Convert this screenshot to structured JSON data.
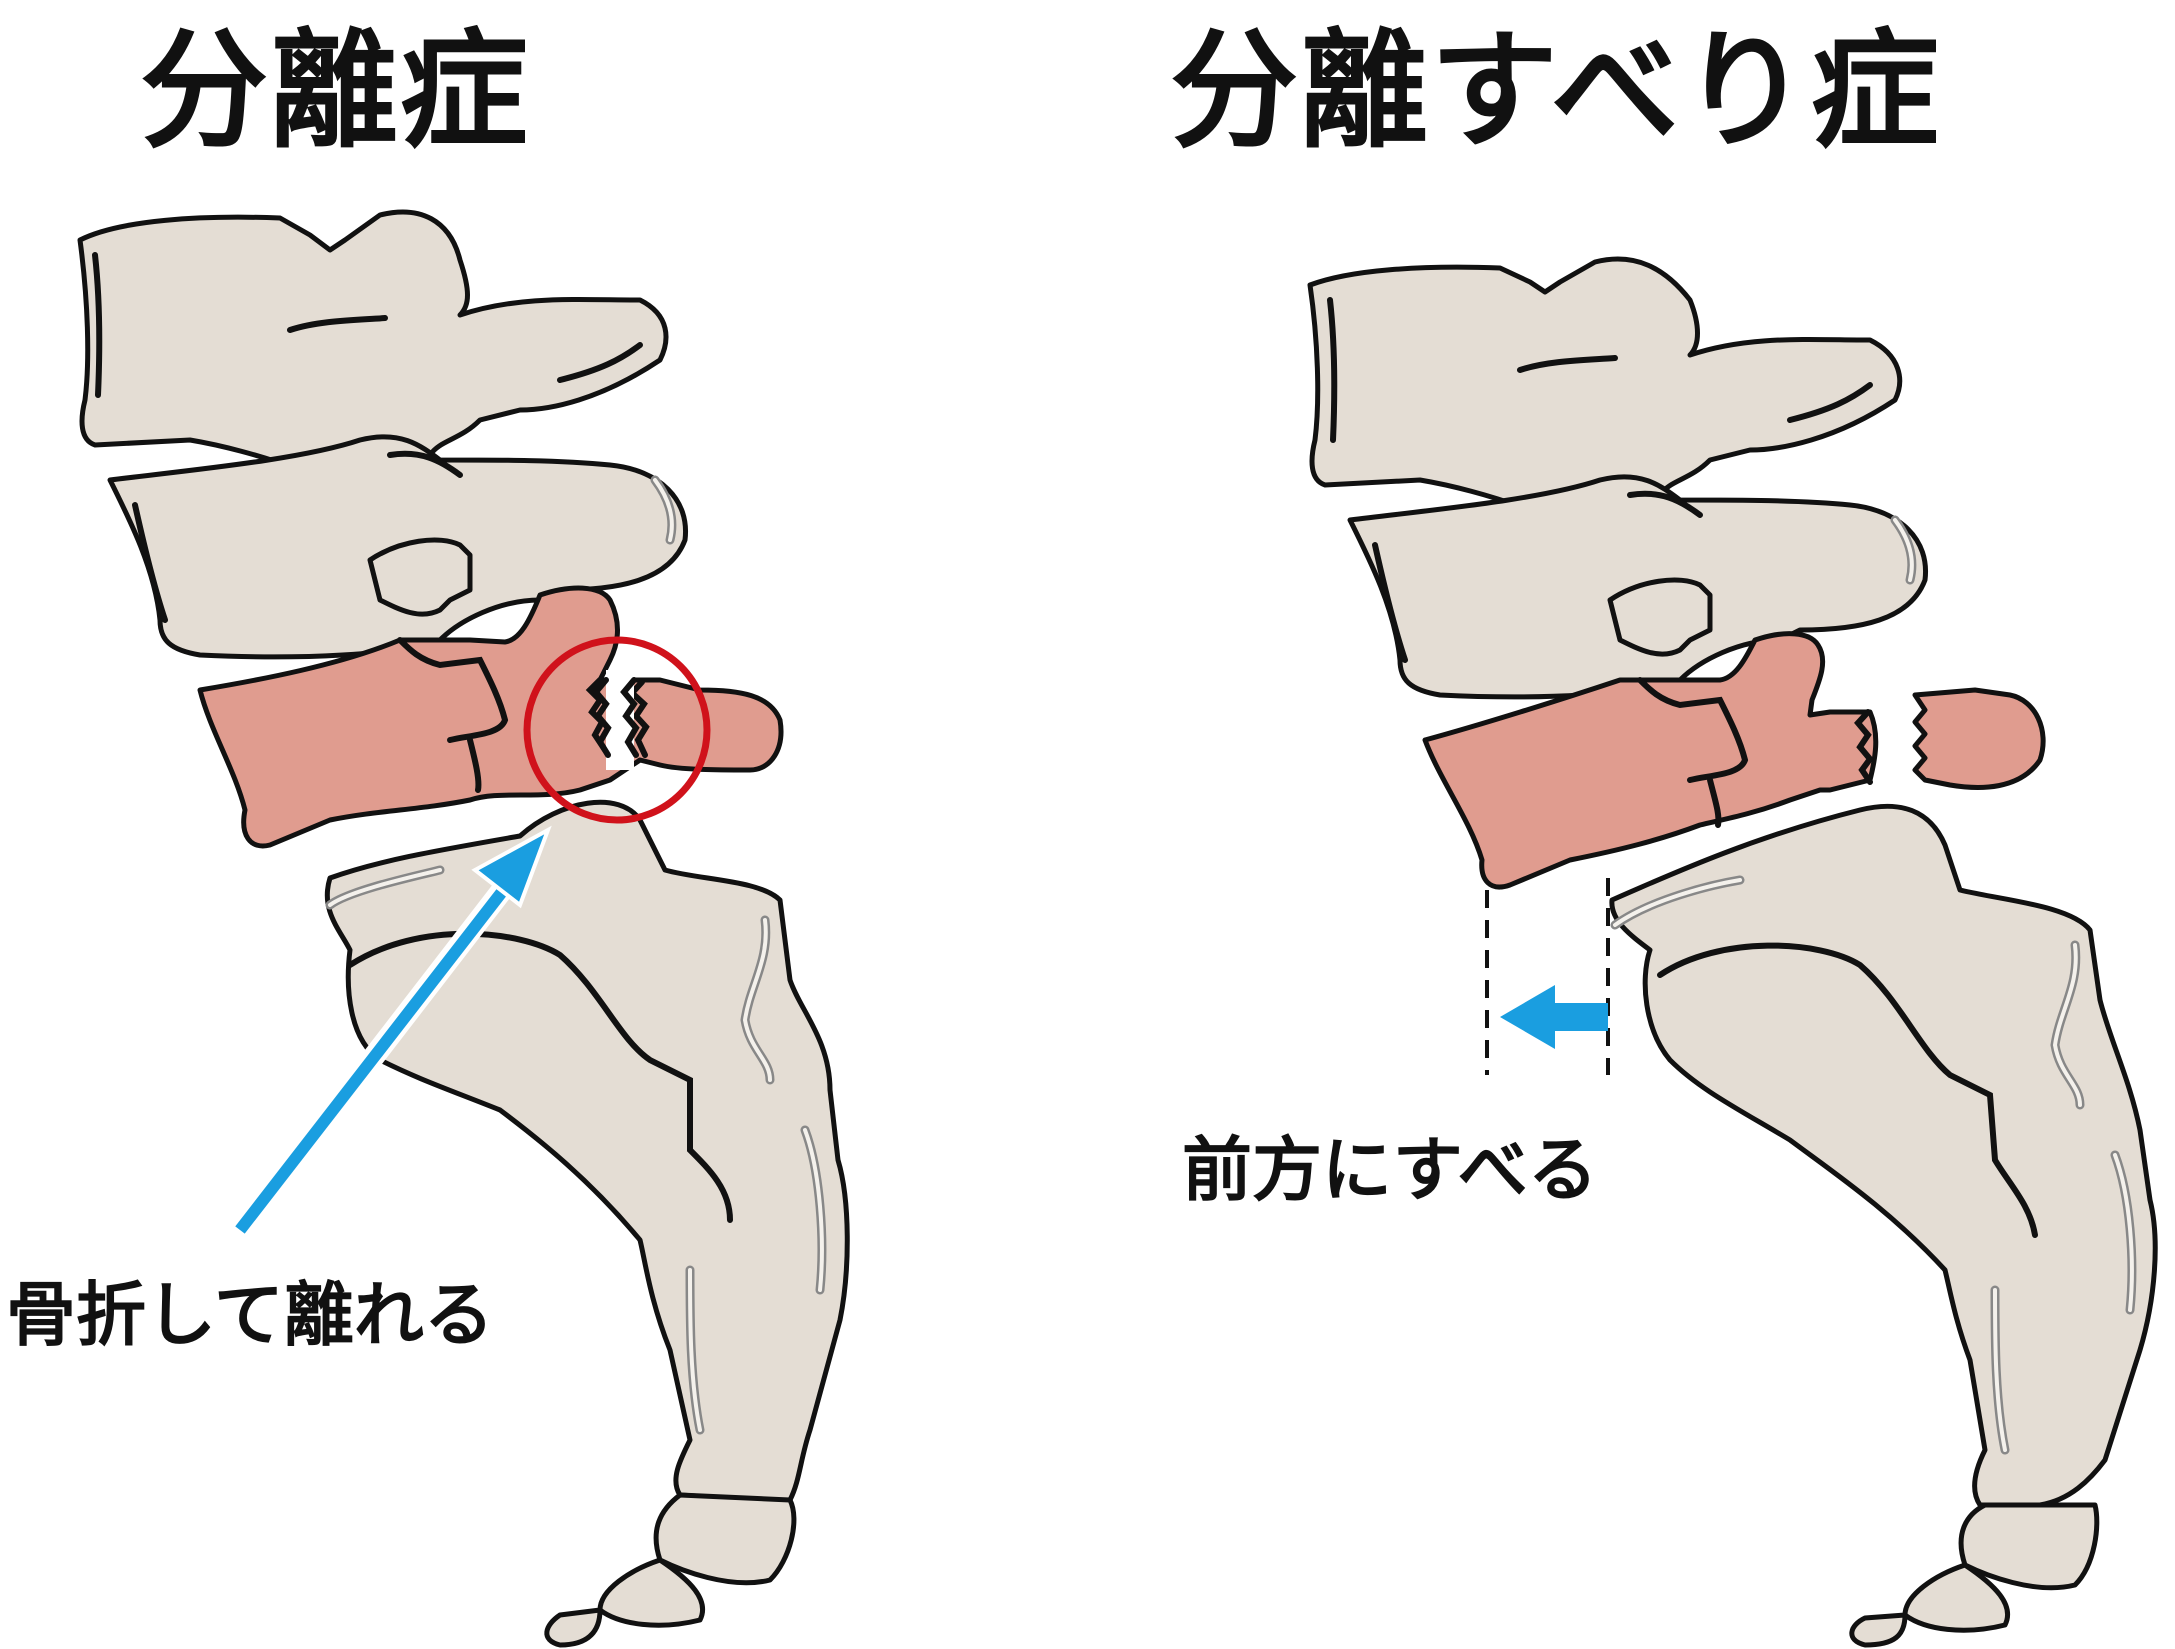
{
  "titles": {
    "left": "分離症",
    "right": "分離すべり症"
  },
  "labels": {
    "left": "骨折して離れる",
    "right": "前方にすべる"
  },
  "colors": {
    "bone": "#e4ddd4",
    "affected_vertebra": "#e09c8f",
    "highlight_circle": "#d0121b",
    "arrow": "#1a9ee0",
    "outline": "#111111"
  }
}
